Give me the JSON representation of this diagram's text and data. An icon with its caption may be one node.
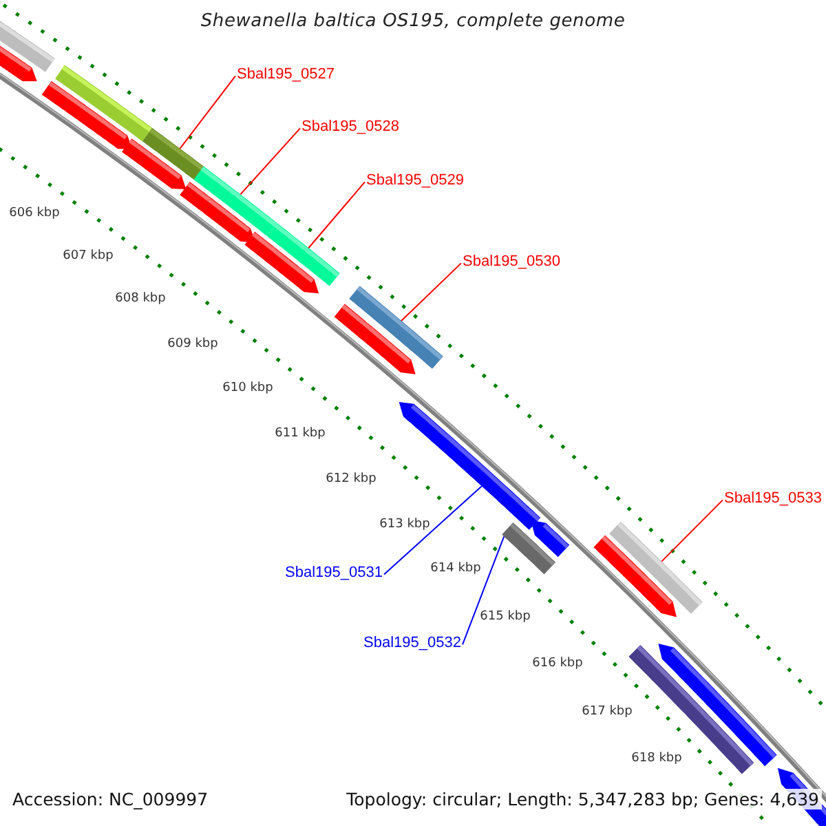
{
  "diagram": {
    "title": "Shewanella baltica OS195, complete genome",
    "nodes": [
      {
        "text": [
          "Sbal195_0527"
        ]
      },
      {
        "text": [
          "Sbal195_0528"
        ]
      },
      {
        "text": [
          "Sbal195_0529"
        ]
      },
      {
        "text": [
          "Sbal195_0530"
        ]
      },
      {
        "text": [
          "Sbal195_0533"
        ]
      },
      {
        "text": [
          "Sbal195_0531"
        ]
      },
      {
        "text": [
          "Sbal195_0532"
        ]
      },
      {
        "text": [],
        "shape": "bar"
      },
      {
        "text": [],
        "shape": "arrow"
      },
      {
        "text": [],
        "shape": "arrow"
      },
      {
        "text": [],
        "shape": "bar"
      },
      {
        "text": [],
        "shape": "arrow"
      },
      {
        "text": [],
        "shape": "bar"
      },
      {
        "text": [],
        "shape": "arrow"
      },
      {
        "text": [],
        "shape": "bar"
      },
      {
        "text": [],
        "shape": "arrow"
      },
      {
        "text": [],
        "shape": "bar"
      },
      {
        "text": [],
        "shape": "bar"
      },
      {
        "text": [],
        "shape": "arrow"
      },
      {
        "text": [],
        "shape": "arrow"
      },
      {
        "text": [],
        "shape": "bar"
      },
      {
        "text": [],
        "shape": "arrow"
      },
      {
        "text": [],
        "shape": "bar"
      },
      {
        "text": [],
        "shape": "arrow"
      },
      {
        "text": [],
        "shape": "bar"
      },
      {
        "text": [],
        "shape": "arrow"
      },
      {
        "text": [],
        "shape": "arrow"
      }
    ],
    "edges": [
      {
        "from": 0,
        "to": 12,
        "arrow": "none"
      },
      {
        "from": 1,
        "to": 14,
        "arrow": "none"
      },
      {
        "from": 2,
        "to": 16,
        "arrow": "none"
      },
      {
        "from": 3,
        "to": 17,
        "arrow": "none"
      },
      {
        "from": 4,
        "to": 22,
        "arrow": "none"
      },
      {
        "from": 5,
        "to": 19,
        "arrow": "none",
        "color": "#0000ff"
      },
      {
        "from": 6,
        "to": 20,
        "arrow": "none",
        "color": "#0000ff"
      }
    ],
    "labels": [
      "606 kbp",
      "607 kbp",
      "608 kbp",
      "609 kbp",
      "610 kbp",
      "611 kbp",
      "612 kbp",
      "613 kbp",
      "614 kbp",
      "615 kbp",
      "616 kbp",
      "617 kbp",
      "618 kbp",
      "Accession: NC_009997",
      "Topology: circular; Length: 5,347,283 bp; Genes: 4,639"
    ]
  }
}
